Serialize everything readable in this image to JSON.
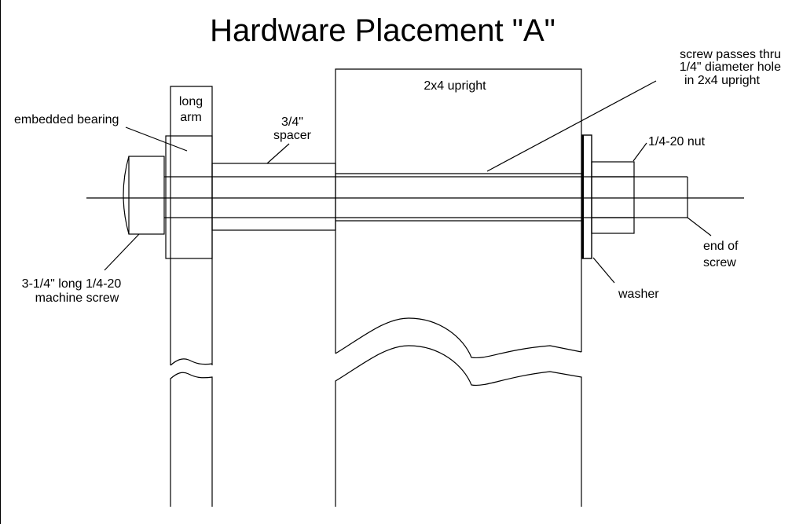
{
  "title": "Hardware Placement \"A\"",
  "labels": {
    "embedded_bearing": "embedded bearing",
    "long_arm_1": "long",
    "long_arm_2": "arm",
    "spacer_1": "3/4\"",
    "spacer_2": "spacer",
    "upright": "2x4 upright",
    "screw_pass_1": "screw passes thru",
    "screw_pass_2": "1/4\" diameter hole",
    "screw_pass_3": "in 2x4 upright",
    "nut": "1/4-20 nut",
    "end_1": "end of",
    "end_2": "screw",
    "washer": "washer",
    "machine_screw_1": "3-1/4\" long 1/4-20",
    "machine_screw_2": "machine screw"
  }
}
